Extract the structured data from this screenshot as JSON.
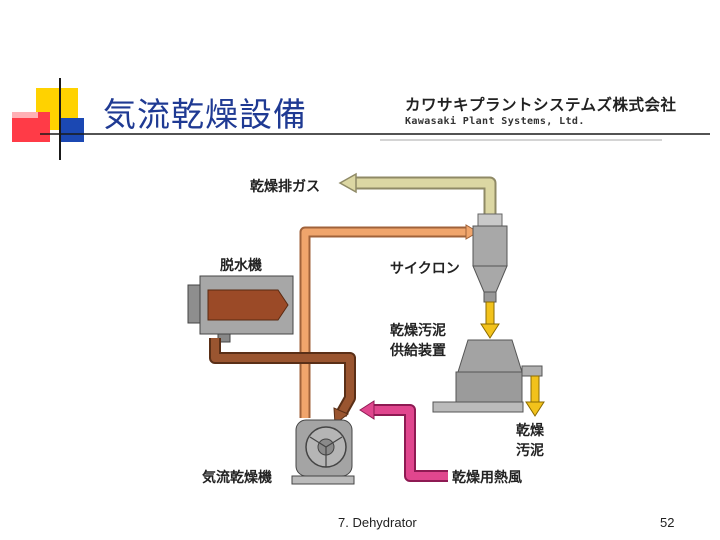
{
  "slide": {
    "title": "気流乾燥設備",
    "logo": {
      "company_jp": "カワサキプラントシステムズ株式会社",
      "company_en": "Kawasaki Plant Systems, Ltd."
    },
    "footer": {
      "caption": "7. Dehydrator",
      "page_number": "52"
    }
  },
  "diagram": {
    "labels": {
      "exhaust_gas": "乾燥排ガス",
      "dehydrator": "脱水機",
      "cyclone": "サイクロン",
      "sludge_feeder_line1": "乾燥汚泥",
      "sludge_feeder_line2": "供給装置",
      "dried_sludge_line1": "乾燥",
      "dried_sludge_line2": "汚泥",
      "flash_dryer": "気流乾燥機",
      "hot_air": "乾燥用熱風"
    },
    "colors": {
      "exhaust_pipe": "#dcd7a3",
      "cyclone_pipe": "#f0a56c",
      "dehydrator_pipe": "#9a5530",
      "hot_air_pipe": "#d63384",
      "dried_sludge_arrow": "#f2c21b",
      "equipment": "#9d9d9d",
      "title_text": "#1f3a93"
    }
  }
}
